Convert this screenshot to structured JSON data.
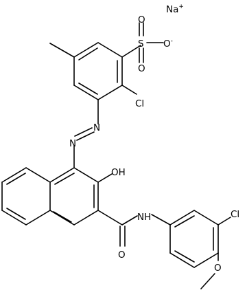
{
  "atoms": {
    "sodium": "Na",
    "sodium_charge": "+",
    "sulfur": "S",
    "oxygen_s_top": "O",
    "oxygen_s_bottom": "O",
    "oxygen_s_anion": "O",
    "oxygen_anion_charge": "-",
    "chlorine_upper": "Cl",
    "nitrogen_azo_1": "N",
    "nitrogen_azo_2": "N",
    "hydroxyl": "OH",
    "carbonyl_oxygen": "O",
    "amide": "NH",
    "chlorine_lower": "Cl",
    "methoxy_oxygen": "O"
  }
}
